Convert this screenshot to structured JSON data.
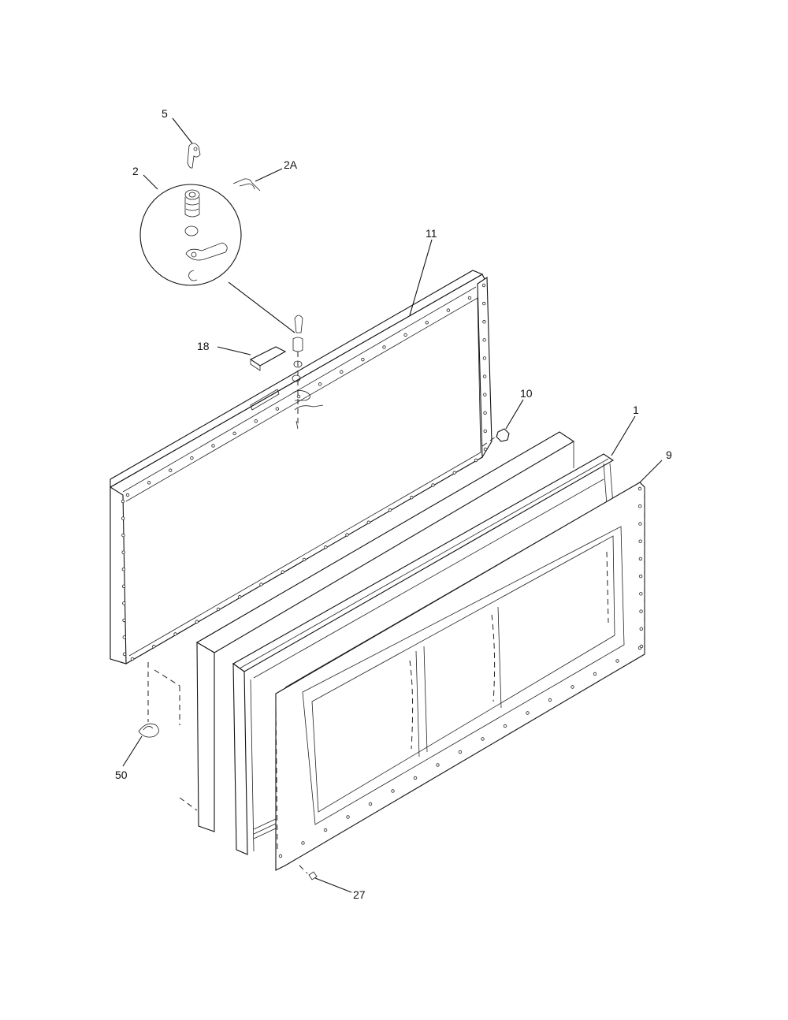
{
  "callouts": {
    "c5": "5",
    "c2": "2",
    "c2a": "2A",
    "c11": "11",
    "c18": "18",
    "c10": "10",
    "c1": "1",
    "c9": "9",
    "c50": "50",
    "c27": "27"
  }
}
